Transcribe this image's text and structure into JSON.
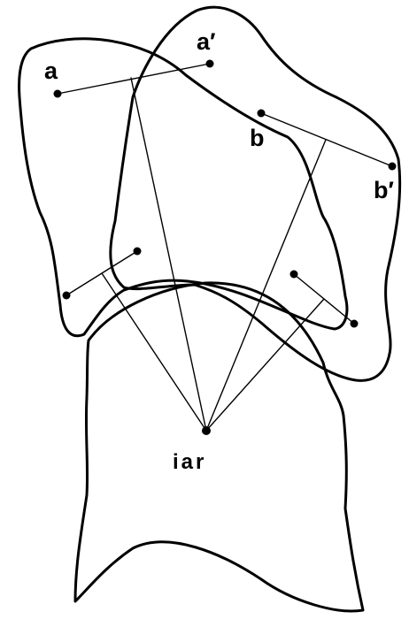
{
  "labels": {
    "a": "a",
    "a_prime": "a′",
    "b": "b",
    "b_prime": "b′",
    "iar": "iar"
  },
  "colors": {
    "line": "#000000",
    "background": "#ffffff"
  }
}
